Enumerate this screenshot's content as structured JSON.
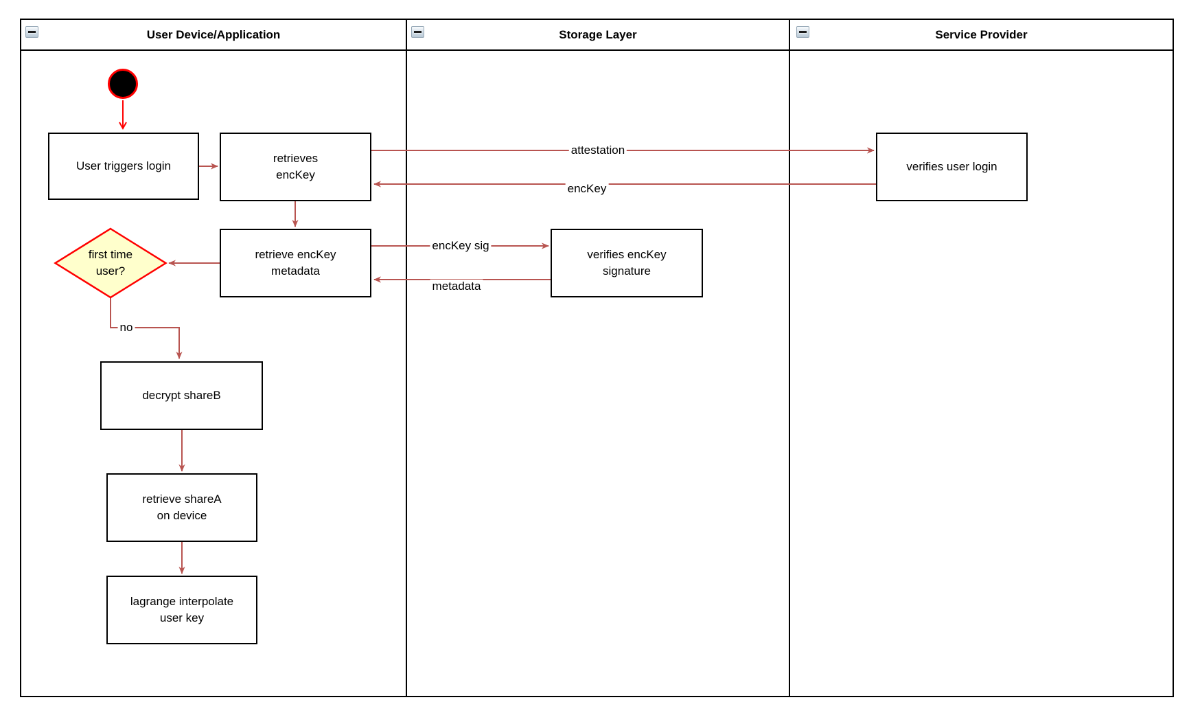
{
  "diagram": {
    "lanes": [
      {
        "id": "user-device",
        "title": "User Device/Application"
      },
      {
        "id": "storage-layer",
        "title": "Storage Layer"
      },
      {
        "id": "service-provider",
        "title": "Service Provider"
      }
    ],
    "nodes": {
      "user_triggers_login": "User triggers login",
      "retrieves_enckey": "retrieves\nencKey",
      "verifies_user_login": "verifies user login",
      "retrieve_enckey_metadata": "retrieve encKey\nmetadata",
      "verifies_enckey_signature": "verifies encKey\nsignature",
      "first_time_user": "first time\nuser?",
      "decrypt_shareb": "decrypt shareB",
      "retrieve_sharea": "retrieve shareA\non device",
      "lagrange_interpolate": "lagrange interpolate\nuser key"
    },
    "edge_labels": {
      "attestation": "attestation",
      "enckey": "encKey",
      "enckey_sig": "encKey sig",
      "metadata": "metadata",
      "no": "no"
    },
    "icons": {
      "collapse": "minus-collapse-icon",
      "start": "initial-state-filled-circle"
    },
    "colors": {
      "edge": "#b85450",
      "highlight_red": "#ff0000",
      "decision_fill": "#ffffcc",
      "node_border": "#000000",
      "background": "#ffffff"
    }
  }
}
